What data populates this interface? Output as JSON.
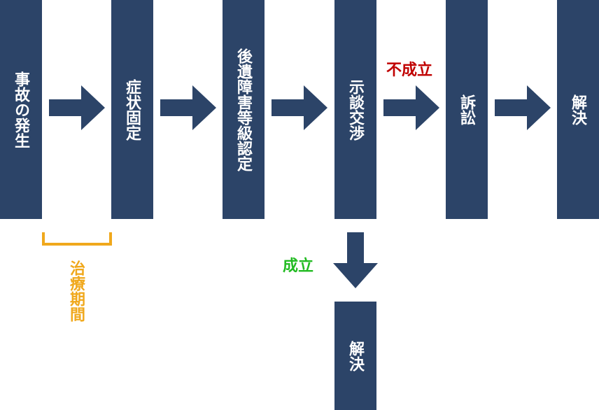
{
  "flow": {
    "step1": "事故の発生",
    "step2": "症状固定",
    "step3": "後遺障害等級認定",
    "step4": "示談交渉",
    "step5": "訴訟",
    "step6": "解決",
    "step_success": "解決"
  },
  "labels": {
    "failed": "不成立",
    "success": "成立",
    "treatment_period": "治療期間"
  },
  "colors": {
    "box": "#2c4468",
    "failed": "#c00000",
    "success": "#22bb22",
    "period": "#f0a81c"
  },
  "icons": [
    "arrow-right-icon",
    "arrow-down-icon",
    "bracket-icon"
  ]
}
